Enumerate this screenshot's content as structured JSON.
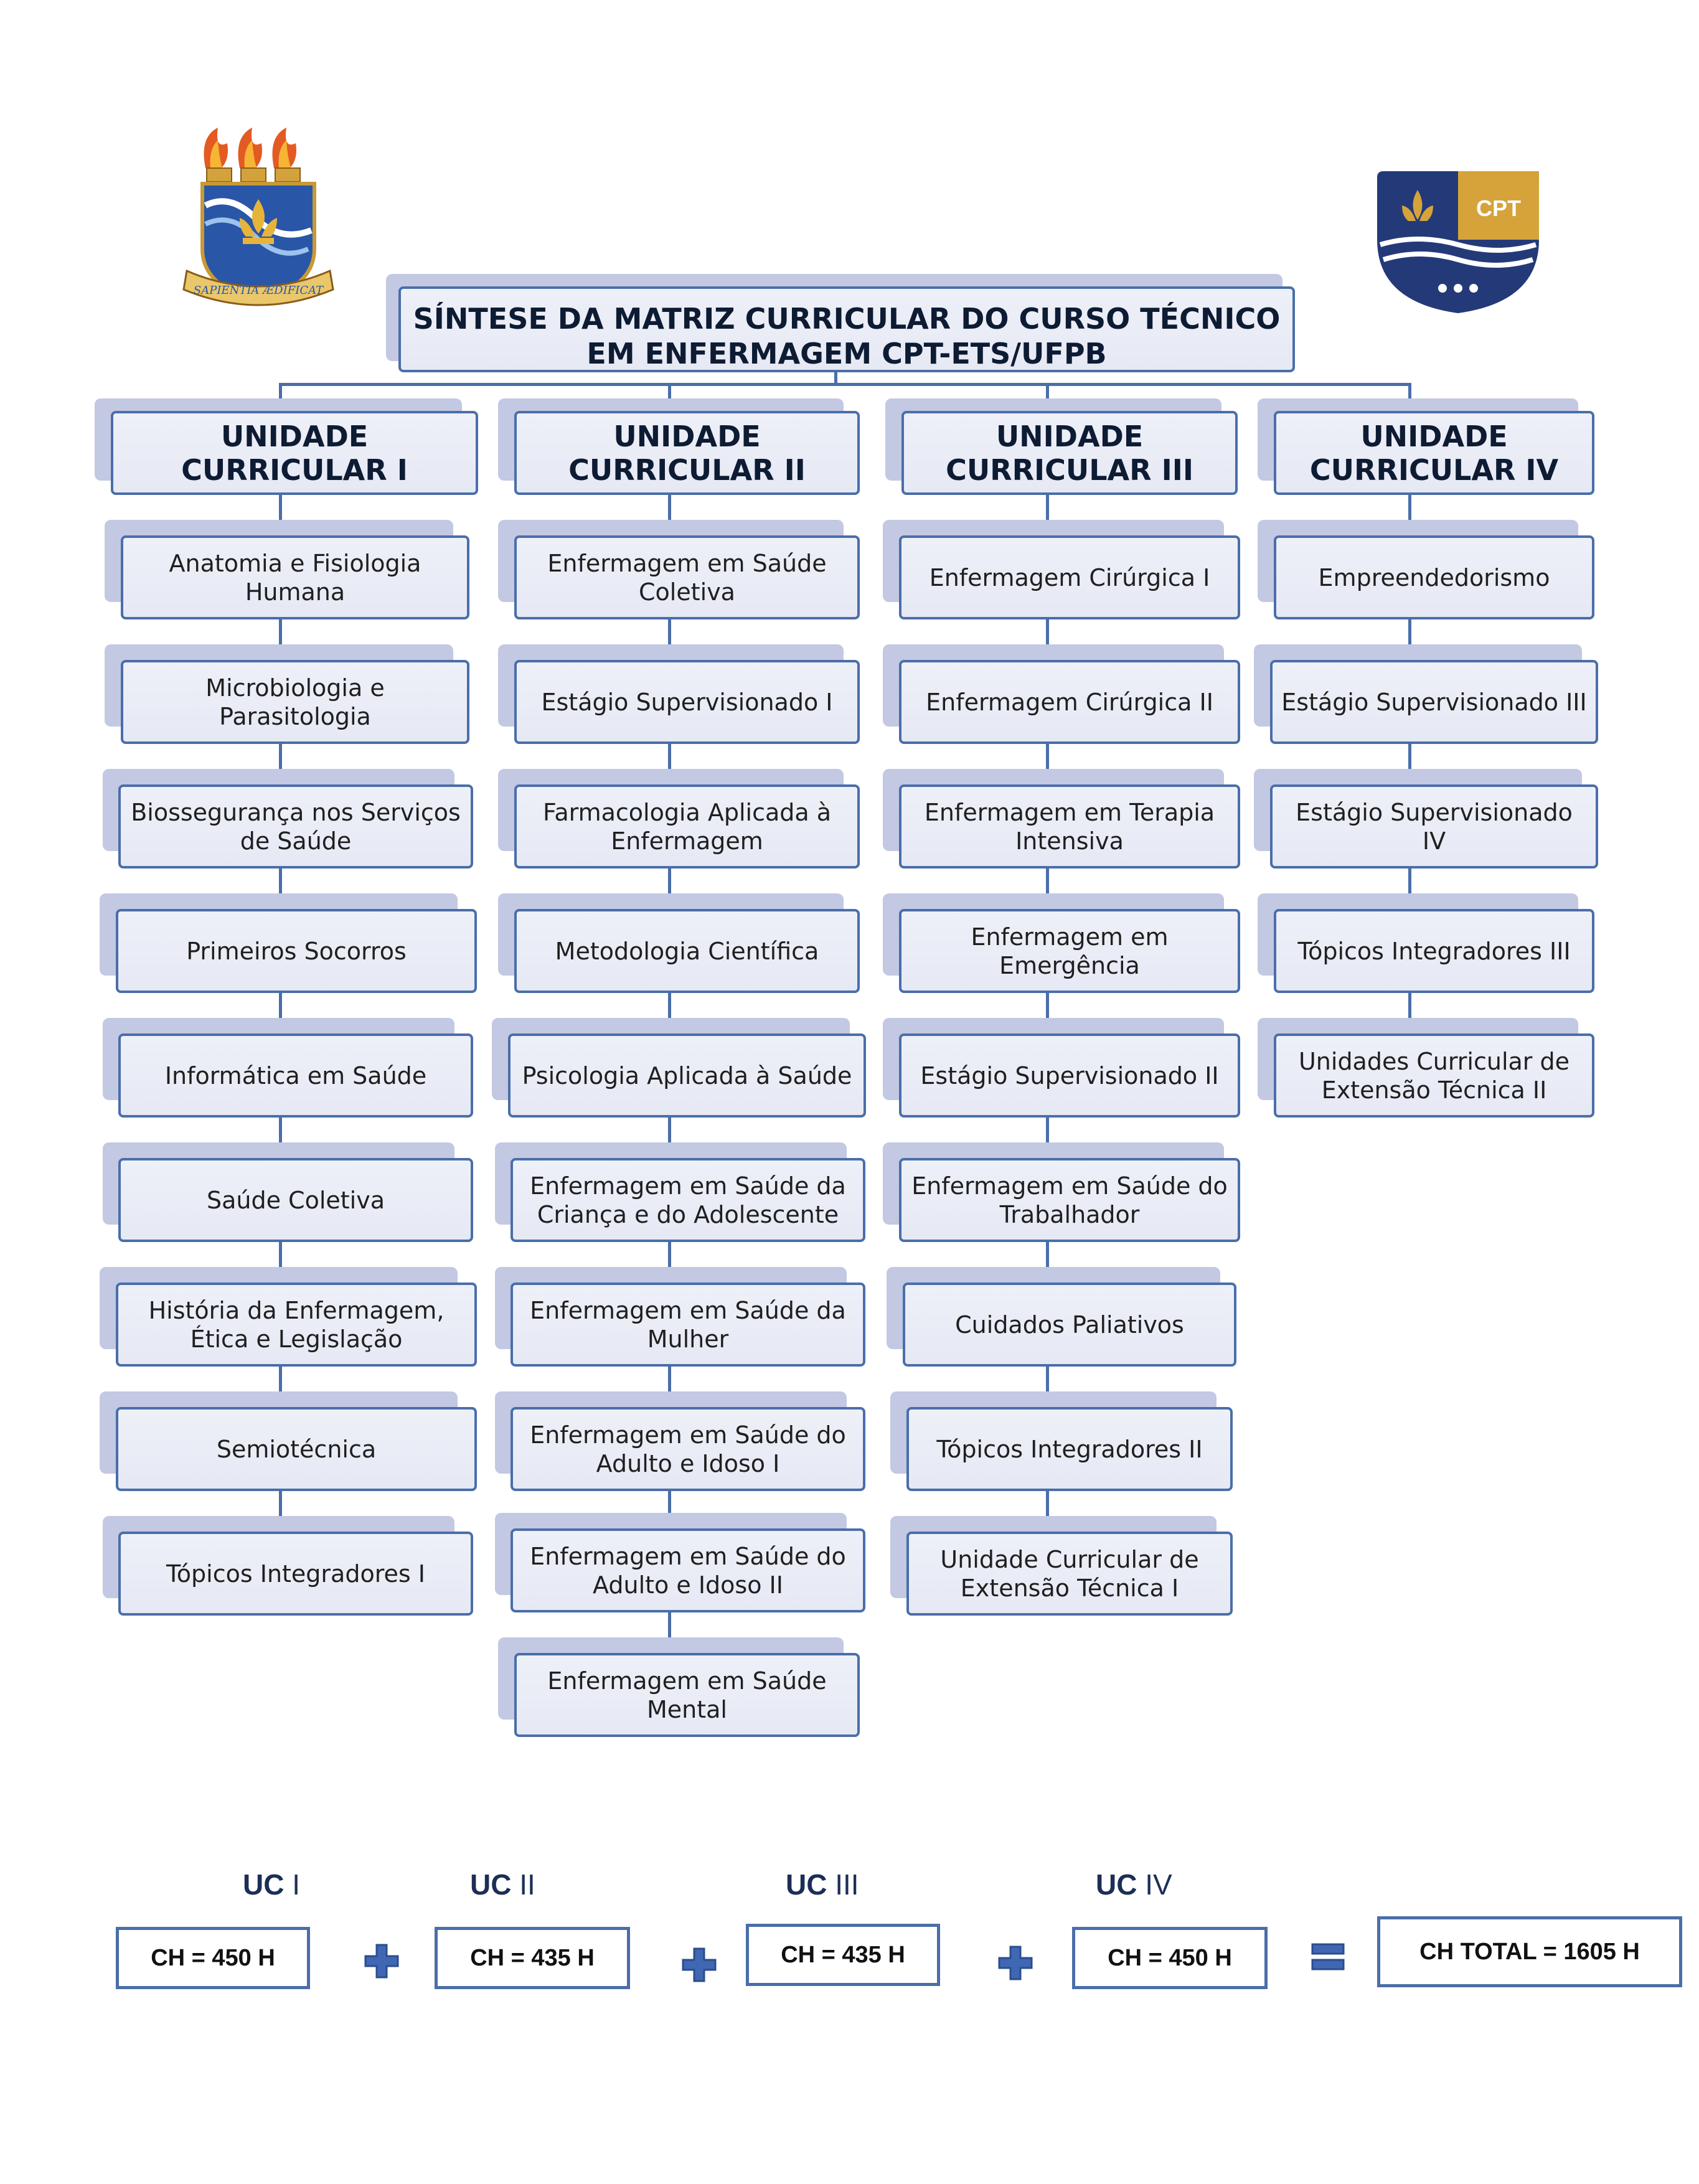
{
  "title": "SÍNTESE DA MATRIZ CURRICULAR DO CURSO TÉCNICO EM ENFERMAGEM  CPT-ETS/UFPB",
  "logos": {
    "left": {
      "icon": "ufpb-crest-icon",
      "motto": "SAPIENTIA ÆDIFICAT"
    },
    "right": {
      "icon": "cpt-shield-icon",
      "text": "CPT"
    }
  },
  "units": [
    {
      "heading": "UNIDADE CURRICULAR I",
      "items": [
        "Anatomia e Fisiologia Humana",
        "Microbiologia e Parasitologia",
        "Biossegurança nos Serviços de Saúde",
        "Primeiros Socorros",
        "Informática em Saúde",
        "Saúde Coletiva",
        "História da Enfermagem, Ética e Legislação",
        "Semiotécnica",
        "Tópicos Integradores I"
      ]
    },
    {
      "heading": "UNIDADE CURRICULAR II",
      "items": [
        "Enfermagem em Saúde Coletiva",
        "Estágio Supervisionado I",
        "Farmacologia Aplicada à Enfermagem",
        "Metodologia Científica",
        "Psicologia Aplicada à Saúde",
        "Enfermagem em Saúde da Criança e do Adolescente",
        "Enfermagem em Saúde da Mulher",
        "Enfermagem em Saúde do Adulto e Idoso I",
        "Enfermagem em Saúde do Adulto e Idoso II",
        "Enfermagem em Saúde Mental"
      ]
    },
    {
      "heading": "UNIDADE CURRICULAR III",
      "items": [
        "Enfermagem Cirúrgica I",
        "Enfermagem Cirúrgica II",
        "Enfermagem em Terapia Intensiva",
        "Enfermagem em Emergência",
        "Estágio Supervisionado II",
        "Enfermagem em Saúde do Trabalhador",
        "Cuidados Paliativos",
        "Tópicos Integradores II",
        "Unidade Curricular de Extensão Técnica I"
      ]
    },
    {
      "heading": "UNIDADE CURRICULAR IV",
      "items": [
        "Empreendedorismo",
        "Estágio Supervisionado III",
        "Estágio Supervisionado IV",
        "Tópicos Integradores III",
        "Unidades Curricular de Extensão Técnica II"
      ]
    }
  ],
  "summary": {
    "uc_labels": [
      {
        "prefix": "UC",
        "numeral": "I"
      },
      {
        "prefix": "UC",
        "numeral": "II"
      },
      {
        "prefix": "UC",
        "numeral": "III"
      },
      {
        "prefix": "UC",
        "numeral": "IV"
      }
    ],
    "hours": [
      "CH = 450 H",
      "CH = 435 H",
      "CH = 435 H",
      "CH = 450 H"
    ],
    "total": "CH TOTAL = 1605 H",
    "operators": [
      "plus-icon",
      "plus-icon",
      "plus-icon",
      "equals-icon"
    ]
  },
  "colors": {
    "border": "#4a6ea9",
    "fill": "#eef0f8",
    "shadow": "#c3c8e3",
    "operator": "#3f67b4",
    "crest_blue": "#2a56a8",
    "crest_gold": "#e7b43a",
    "cpt_navy": "#243a78",
    "cpt_gold": "#d5a33a"
  }
}
